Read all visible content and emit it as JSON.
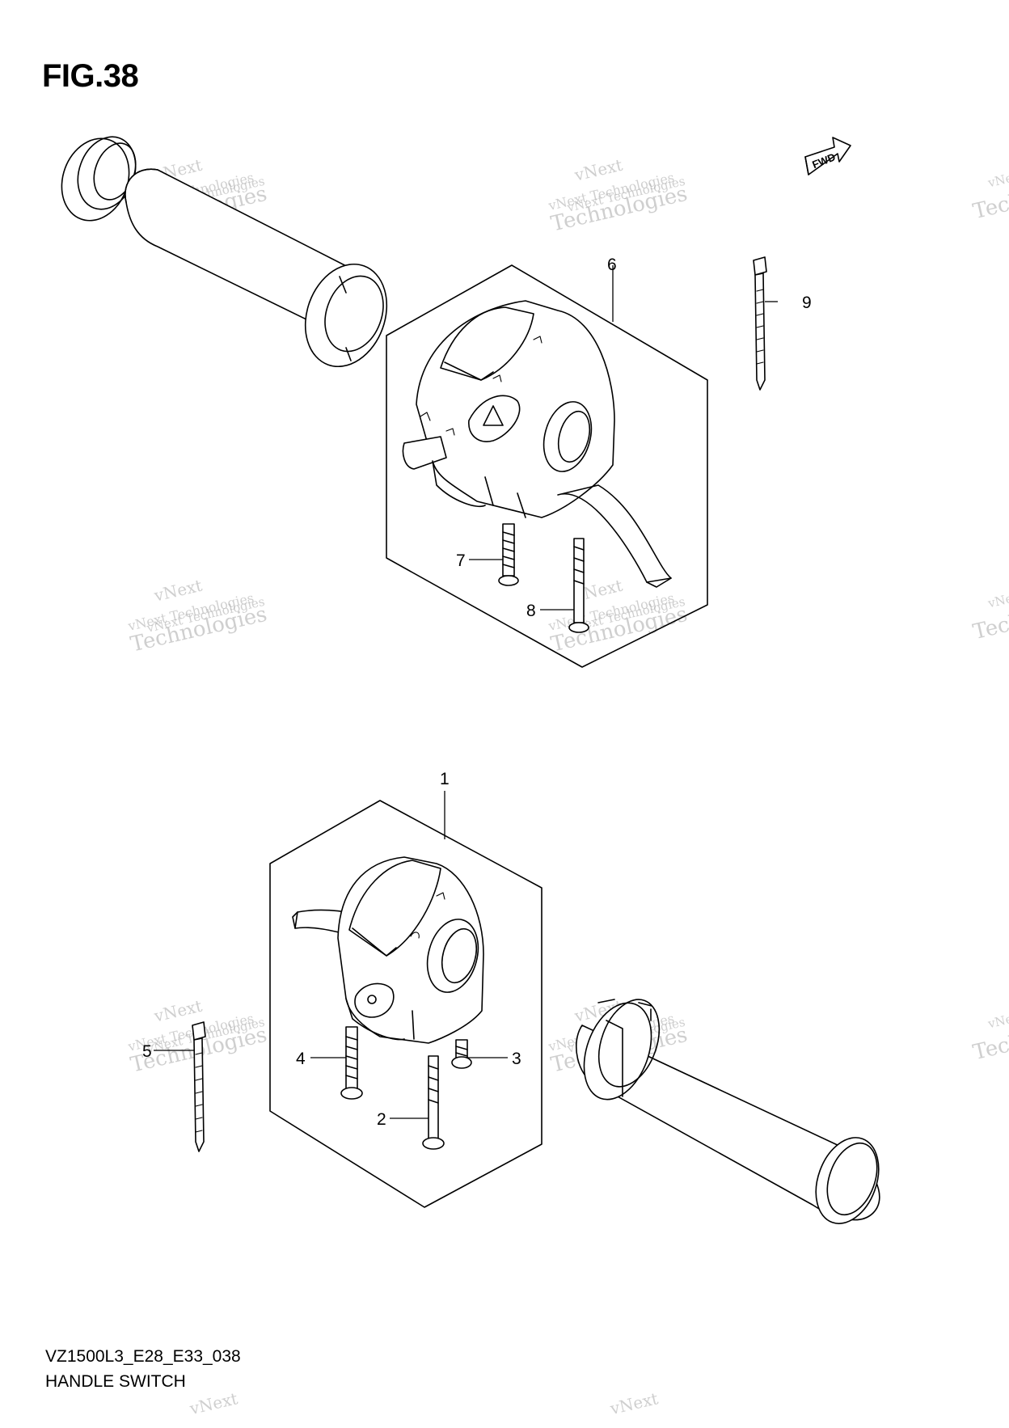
{
  "figure": {
    "title": "FIG.38",
    "code": "VZ1500L3_E28_E33_038",
    "caption": "HANDLE SWITCH"
  },
  "forward_marker": "FWD",
  "callouts": [
    {
      "id": "1",
      "label": "1"
    },
    {
      "id": "2",
      "label": "2"
    },
    {
      "id": "3",
      "label": "3"
    },
    {
      "id": "4",
      "label": "4"
    },
    {
      "id": "5",
      "label": "5"
    },
    {
      "id": "6",
      "label": "6"
    },
    {
      "id": "7",
      "label": "7"
    },
    {
      "id": "8",
      "label": "8"
    },
    {
      "id": "9",
      "label": "9"
    }
  ],
  "watermark": {
    "line1": "vNext Technologies",
    "line2": "vNext",
    "line3": "Technologies"
  }
}
